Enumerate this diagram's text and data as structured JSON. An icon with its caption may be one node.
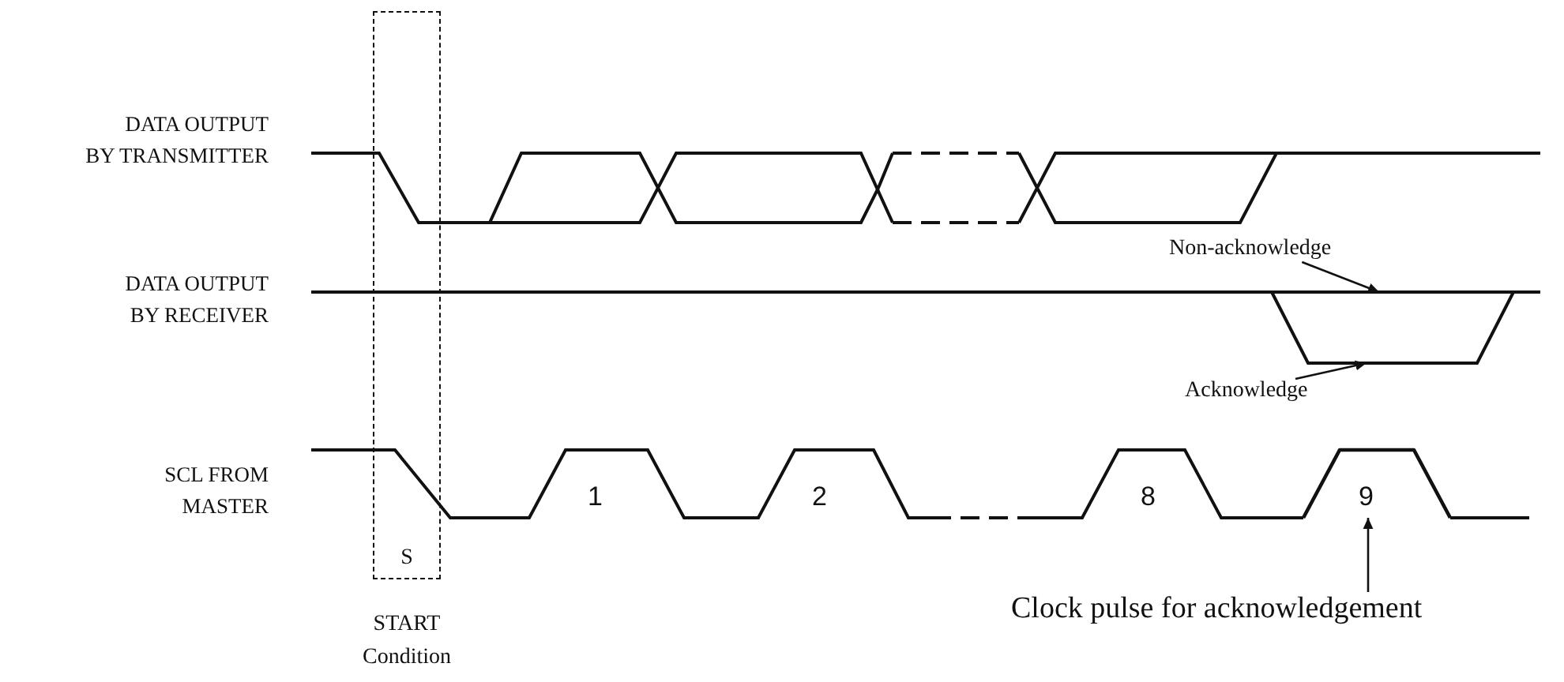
{
  "diagram": {
    "nodes": [
      {
        "text": [
          "S"
        ],
        "beside": [
          "START Condition"
        ]
      },
      {
        "text": [
          "Non-acknowledge"
        ]
      },
      {
        "text": [
          "Acknowledge"
        ]
      },
      {
        "text": [
          "Clock pulse for acknowledgement"
        ]
      },
      {
        "text": [],
        "shape": "line"
      },
      {
        "text": [],
        "shape": "line"
      },
      {
        "text": [],
        "shape": "pulse"
      }
    ],
    "edges": [
      {
        "from": 1,
        "to": 4,
        "arrow": "to"
      },
      {
        "from": 2,
        "to": 5,
        "arrow": "to"
      },
      {
        "from": 3,
        "to": 6,
        "arrow": "to"
      }
    ],
    "labels": [
      "DATA OUTPUT BY TRANSMITTER",
      "DATA OUTPUT BY RECEIVER",
      "SCL FROM MASTER",
      "1",
      "2",
      "8",
      "9"
    ]
  }
}
